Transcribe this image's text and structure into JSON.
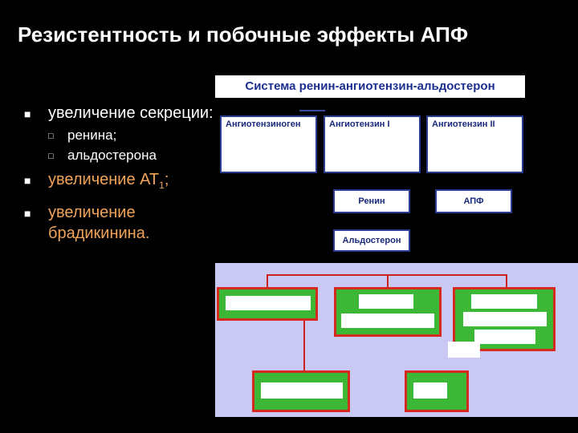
{
  "slide": {
    "title": "Резистентность и побочные эффекты АПФ"
  },
  "bullets": {
    "b1": "увеличение секреции:",
    "b1_sub1": "ренина;",
    "b1_sub2": "альдостерона",
    "b2_text": "увеличение АТ",
    "b2_sub": "1",
    "b2_tail": ";",
    "b3": "увеличение брадикинина."
  },
  "diagram": {
    "title": "Система ренин-ангиотензин-альдостерон",
    "boxes": {
      "angiotensinogen": "Ангиотензиноген",
      "angiotensin1": "Ангиотензин I",
      "angiotensin2": "Ангиотензин II",
      "renin": "Ренин",
      "ace": "АПФ",
      "aldosterone": "Альдостерон"
    }
  },
  "colors": {
    "background": "#000000",
    "bullet_accent": "#f0a45a",
    "diagram_title": "#1d2f8f",
    "panel": "#c9c9f3",
    "green_box": "#3cb836",
    "red_line": "#cc2222"
  }
}
